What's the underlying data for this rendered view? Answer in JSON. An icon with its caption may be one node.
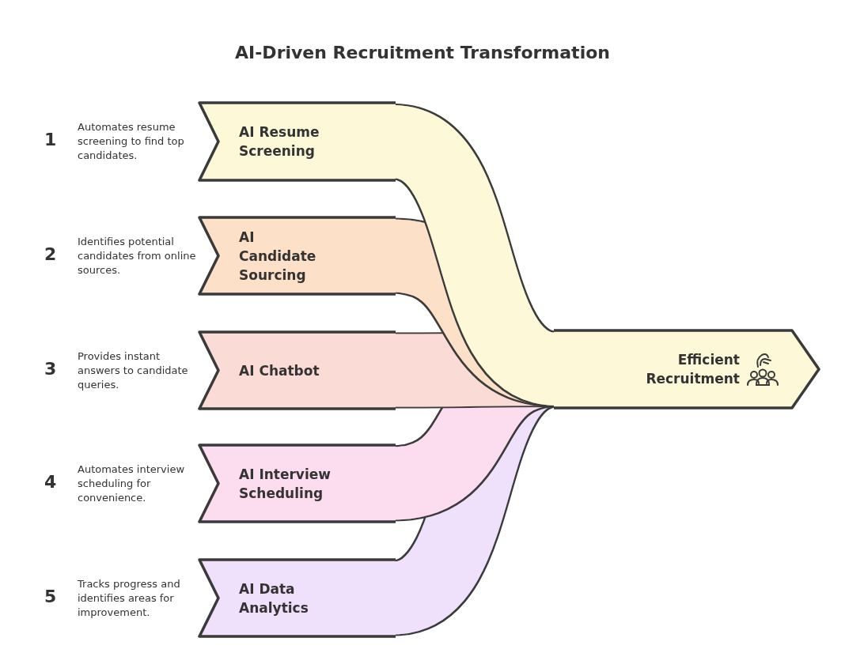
{
  "diagram": {
    "title": "AI-Driven Recruitment Transformation",
    "nodes": [
      {
        "text": [
          "AI Resume Screening"
        ],
        "beside": [
          "1",
          "Automates resume screening to find top candidates."
        ]
      },
      {
        "text": [
          "AI Candidate Sourcing"
        ],
        "beside": [
          "2",
          "Identifies potential candidates from online sources."
        ]
      },
      {
        "text": [
          "AI Chatbot"
        ],
        "beside": [
          "3",
          "Provides instant answers to candidate queries."
        ]
      },
      {
        "text": [
          "AI Interview Scheduling"
        ],
        "beside": [
          "4",
          "Automates interview scheduling for convenience."
        ]
      },
      {
        "text": [
          "AI Data Analytics"
        ],
        "beside": [
          "5",
          "Tracks progress and identifies areas for improvement."
        ]
      },
      {
        "text": [
          "Efficient Recruitment"
        ]
      }
    ],
    "edges": [
      {
        "from": 0,
        "to": 5,
        "arrow": "none",
        "color": "#fdf9d8"
      },
      {
        "from": 1,
        "to": 5,
        "arrow": "none",
        "color": "#fde0c8"
      },
      {
        "from": 2,
        "to": 5,
        "arrow": "none",
        "color": "#fadbd5"
      },
      {
        "from": 3,
        "to": 5,
        "arrow": "none",
        "color": "#fcdcef"
      },
      {
        "from": 4,
        "to": 5,
        "arrow": "none",
        "color": "#efe0fb"
      }
    ]
  }
}
